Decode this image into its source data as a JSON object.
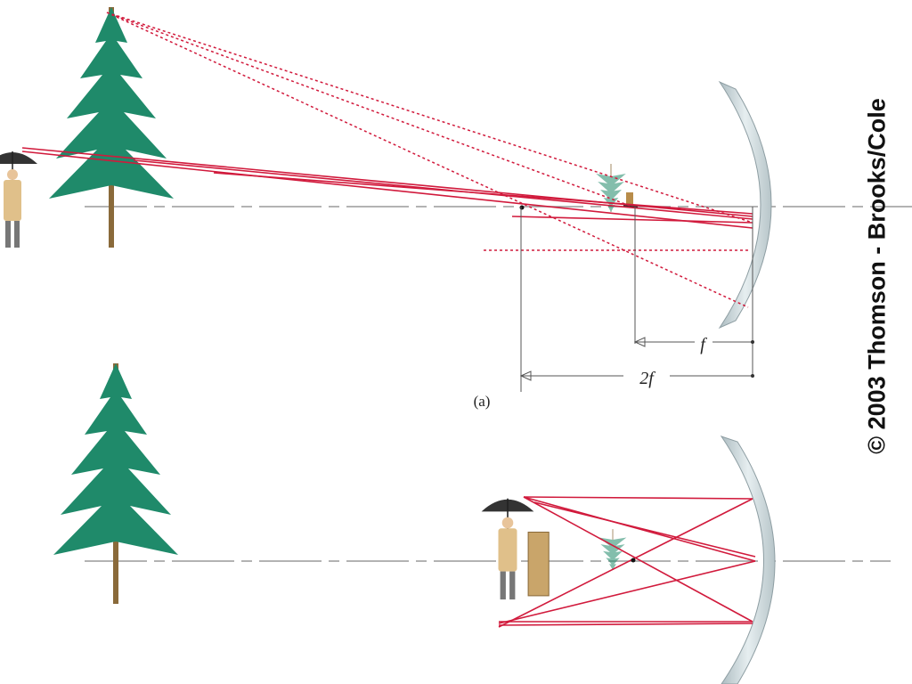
{
  "figure": {
    "panel_a_label": "(a)",
    "focal_label": "f",
    "double_focal_label": "2f",
    "copyright": "© 2003 Thomson - Brooks/Cole"
  },
  "colors": {
    "ray": "#d11a3c",
    "axis": "#9a9a9a",
    "mirror": "#c9d3d6",
    "tree": "#1f8a6a",
    "trunk": "#8a6a3a"
  },
  "icons": [
    "tree-icon",
    "person-with-umbrella-icon",
    "concave-mirror-icon"
  ]
}
